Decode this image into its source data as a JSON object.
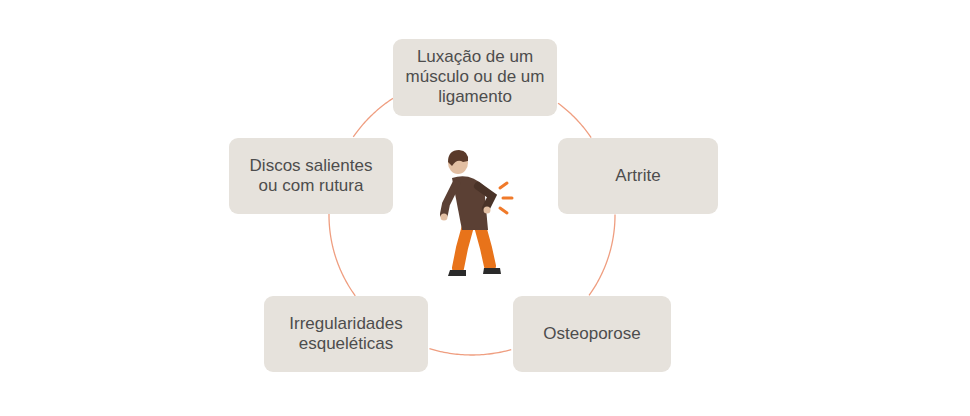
{
  "diagram": {
    "nodes": [
      {
        "text": [
          "Luxação de um músculo ou de um ligamento"
        ]
      },
      {
        "text": [
          "Artrite"
        ]
      },
      {
        "text": [
          "Osteoporose"
        ]
      },
      {
        "text": [
          "Irregularidades esqueléticas"
        ]
      },
      {
        "text": [
          "Discos salientes ou com rutura"
        ]
      }
    ],
    "edges": [
      {
        "from": 0,
        "to": 1,
        "arrow": "none"
      },
      {
        "from": 1,
        "to": 2,
        "arrow": "none"
      },
      {
        "from": 2,
        "to": 3,
        "arrow": "none"
      },
      {
        "from": 3,
        "to": 4,
        "arrow": "none"
      },
      {
        "from": 4,
        "to": 0,
        "arrow": "none"
      }
    ]
  }
}
